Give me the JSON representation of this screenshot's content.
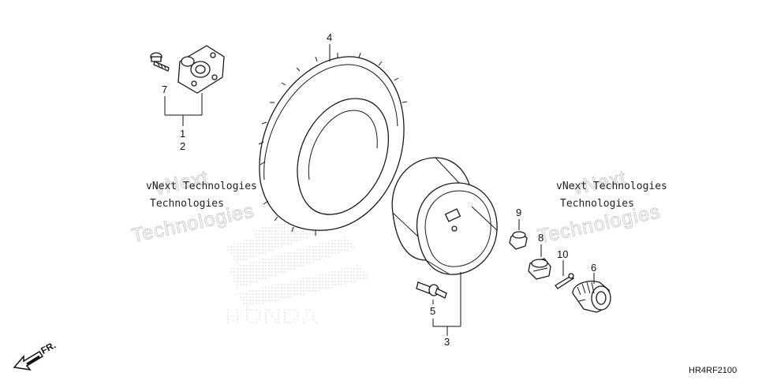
{
  "callouts": {
    "c1": "1",
    "c2": "2",
    "c3": "3",
    "c4": "4",
    "c5": "5",
    "c6": "6",
    "c7": "7",
    "c8": "8",
    "c9": "9",
    "c10": "10"
  },
  "watermark": {
    "line1": "vNext Technologies",
    "big_top": "vNext",
    "big_bottom": "Technologies"
  },
  "brand_logo": "HONDA",
  "direction_label": "FR.",
  "diagram_code": "HR4RF2100"
}
